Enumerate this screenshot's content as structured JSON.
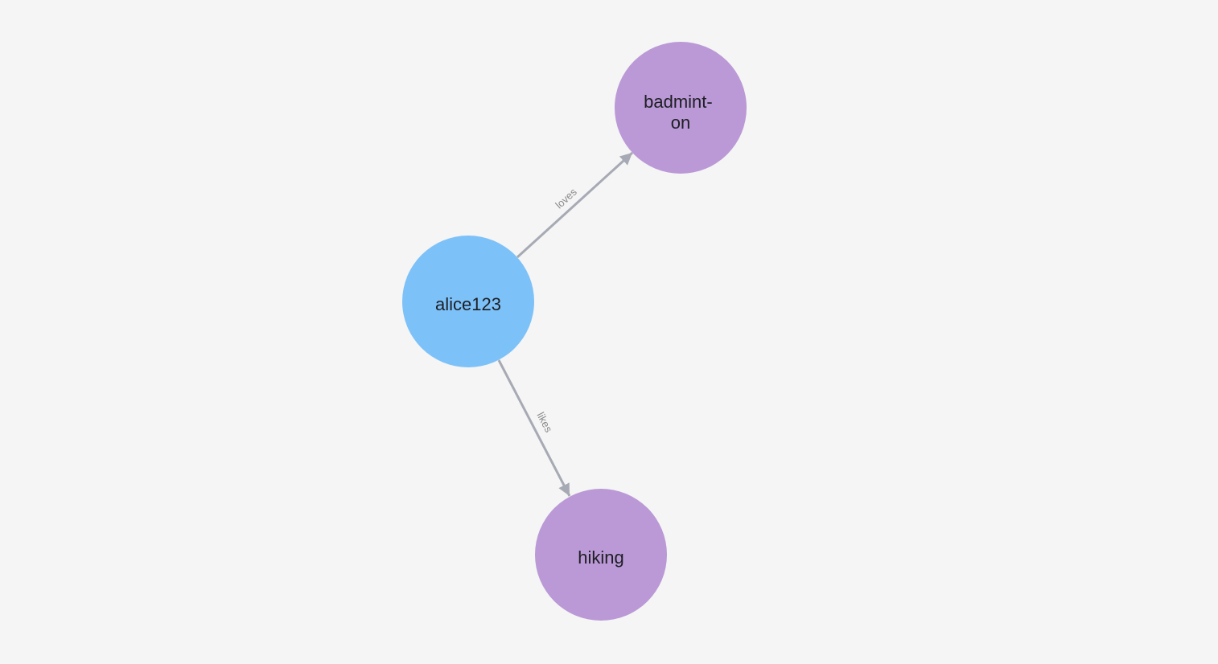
{
  "app": {
    "name": "graph-visualization-canvas",
    "background_color": "#f4f5f4"
  },
  "graph": {
    "nodes": [
      {
        "id": "alice123",
        "label": "alice123",
        "display_lines": [
          "alice123"
        ],
        "fill": "#7dc1f9",
        "text_color": "#1d1f23"
      },
      {
        "id": "badminton",
        "label": "badminton",
        "display_lines": [
          "badmint-",
          "on"
        ],
        "fill": "#bb98d6",
        "text_color": "#1d1f23"
      },
      {
        "id": "hiking",
        "label": "hiking",
        "display_lines": [
          "hiking"
        ],
        "fill": "#bb98d6",
        "text_color": "#1d1f23"
      }
    ],
    "edges": [
      {
        "label": "loves",
        "from": "alice123",
        "to": "badminton",
        "color": "#a7aab4",
        "label_color": "#8a8a8a"
      },
      {
        "label": "likes",
        "from": "alice123",
        "to": "hiking",
        "color": "#a7aab4",
        "label_color": "#8a8a8a"
      }
    ]
  }
}
